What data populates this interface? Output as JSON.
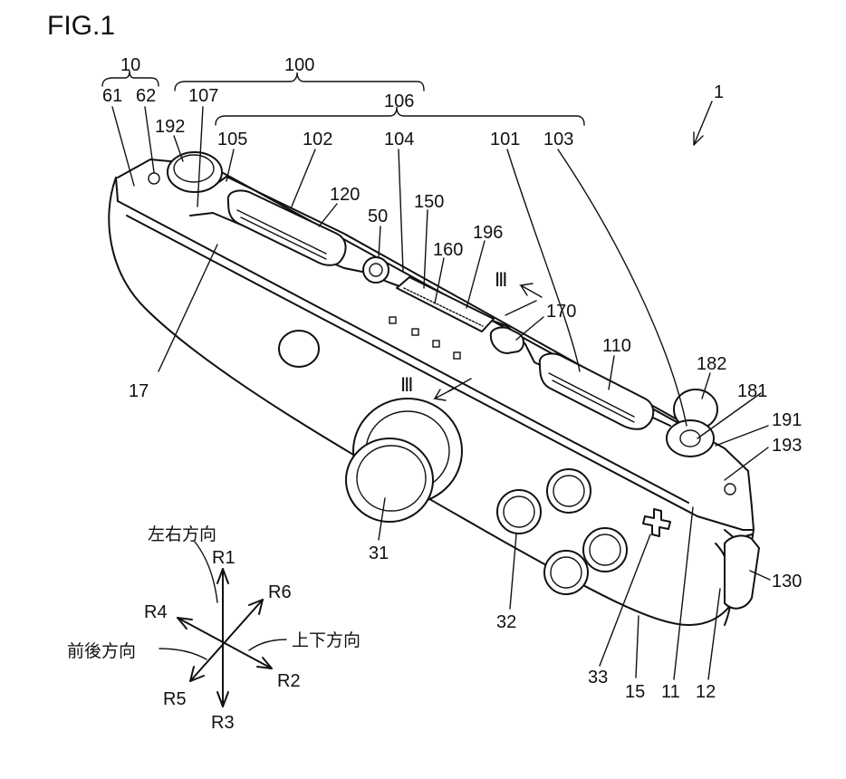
{
  "figure": {
    "title": "FIG.1"
  },
  "labels": {
    "l10": "10",
    "l100": "100",
    "l61": "61",
    "l62": "62",
    "l107": "107",
    "l106": "106",
    "l1": "1",
    "l192": "192",
    "l105": "105",
    "l102": "102",
    "l104": "104",
    "l101": "101",
    "l103": "103",
    "l120": "120",
    "l150": "150",
    "l50": "50",
    "l196": "196",
    "l160": "160",
    "l170": "170",
    "l17": "17",
    "l110": "110",
    "l182": "182",
    "l181": "181",
    "l191": "191",
    "l193": "193",
    "l31": "31",
    "l32": "32",
    "l33": "33",
    "l15": "15",
    "l11": "11",
    "l12": "12",
    "l130": "130"
  },
  "section": {
    "upper": "Ⅲ",
    "lower": "Ⅲ"
  },
  "axes": {
    "lr_direction": "左右方向",
    "ud_direction": "上下方向",
    "fb_direction": "前後方向",
    "R1": "R1",
    "R2": "R2",
    "R3": "R3",
    "R4": "R4",
    "R5": "R5",
    "R6": "R6"
  }
}
